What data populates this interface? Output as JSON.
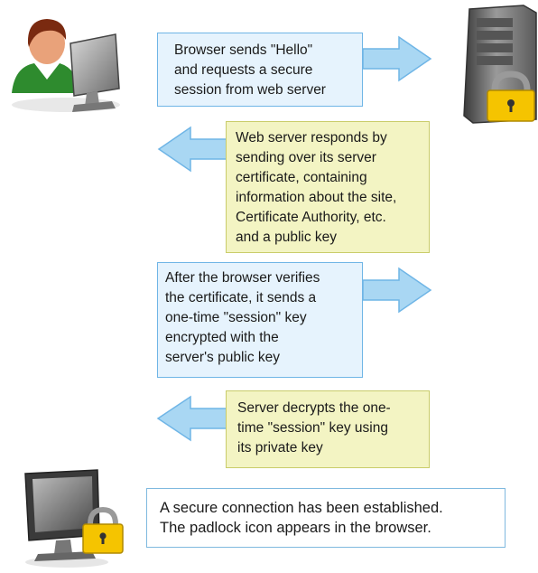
{
  "steps": [
    {
      "color": "blue",
      "lines": [
        "Browser sends \"Hello\"",
        "and requests a secure",
        "session from web server"
      ]
    },
    {
      "color": "yellow",
      "lines": [
        "Web server responds by",
        "sending over its server",
        "certificate, containing",
        "information about the site,",
        "Certificate Authority, etc.",
        "and a public key"
      ]
    },
    {
      "color": "blue",
      "lines": [
        "After the browser verifies",
        "the certificate, it sends a",
        "one-time \"session\" key",
        "encrypted with the",
        "server's public key"
      ]
    },
    {
      "color": "yellow",
      "lines": [
        "Server decrypts the one-",
        "time \"session\" key using",
        "its private key"
      ]
    }
  ],
  "result": {
    "lines": [
      "A secure connection has been established.",
      "The padlock icon appears in the browser."
    ]
  },
  "colors": {
    "blue_box": "#e6f3fd",
    "yellow_box": "#f3f4c3",
    "arrow_fill": "#a9d7f3",
    "arrow_stroke": "#6fb5e6",
    "padlock": "#f5c400"
  }
}
